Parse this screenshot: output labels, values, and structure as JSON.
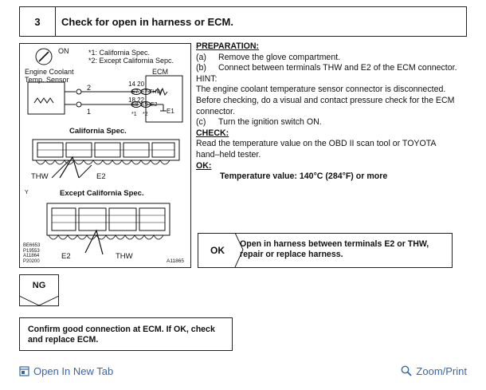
{
  "step": {
    "number": "3",
    "title": "Check for open in harness or ECM."
  },
  "diagram": {
    "on": "ON",
    "note1": "*1: California Spec.",
    "note2": "*2: Except California Sepc.",
    "sensor_line1": "Engine Coolant",
    "sensor_line2": "Temp. Sensor",
    "ecm": "ECM",
    "wire2": "2",
    "wire1": "1",
    "pins_top": "14  20",
    "pins_bottom": "18  22",
    "e7a": "E7",
    "e7b": "E7",
    "thw": "THW",
    "e8": "E8",
    "e9": "E9",
    "e2": "E2",
    "e1": "E1",
    "star1": "*1",
    "star2": "*2",
    "california": "California Spec.",
    "except": "Except California Spec.",
    "thw_a": "THW",
    "e2_a": "E2",
    "e2_b": "E2",
    "thw_b": "THW",
    "y": "Y",
    "codes": [
      "BE6653",
      "P19553",
      "A11864",
      "P20200"
    ],
    "fig": "A11865"
  },
  "procedure": {
    "preparation": "PREPARATION:",
    "prep_a_ix": "(a)",
    "prep_a": "Remove the glove compartment.",
    "prep_b_ix": "(b)",
    "prep_b": "Connect between terminals THW and E2 of the ECM connector.",
    "hint": "HINT:",
    "hint_text": "The engine coolant temperature sensor connector is disconnected. Before checking, do a visual and contact pressure check for the ECM connector.",
    "prep_c_ix": "(c)",
    "prep_c": "Turn the ignition switch ON.",
    "check": "CHECK:",
    "check_text": "Read the temperature value on the OBD II scan tool or TOYOTA hand–held tester.",
    "ok": "OK:",
    "ok_text": "Temperature value: 140°C (284°F) or more"
  },
  "result_ok": {
    "label": "OK",
    "text": "Open in harness between terminals E2 or THW, repair or replace harness."
  },
  "result_ng": {
    "label": "NG"
  },
  "confirm": {
    "text": "Confirm good connection at ECM. If OK, check and replace ECM."
  },
  "links": {
    "open_tab": "Open In New Tab",
    "zoom": "Zoom/Print"
  },
  "colors": {
    "link": "#3a66a8",
    "border": "#222222"
  }
}
